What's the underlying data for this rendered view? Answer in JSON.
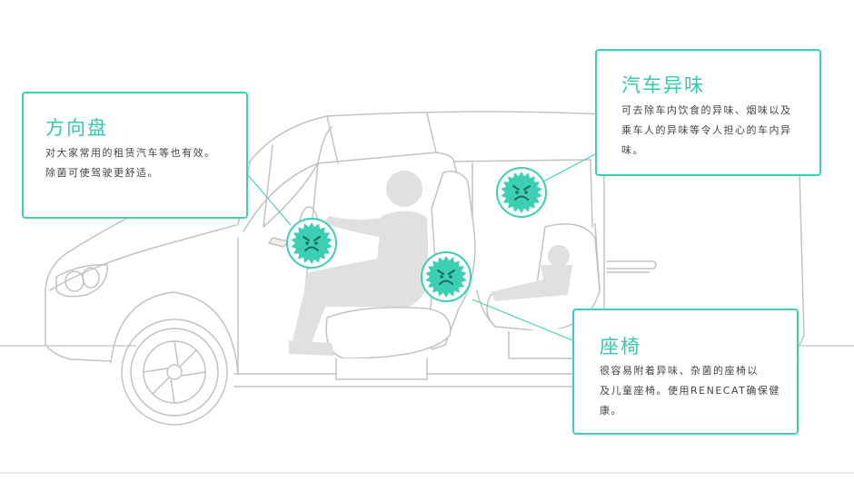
{
  "colors": {
    "accent": "#3ccfb4",
    "line": "#bdbdbd",
    "person": "#e0e0e0",
    "germ": "#3ccfb4"
  },
  "callouts": {
    "steering": {
      "title": "方向盘",
      "lines": [
        "对大家常用的租赁汽车等也有效。",
        "除菌可使驾驶更舒适。"
      ]
    },
    "odor": {
      "title": "汽车异味",
      "lines": [
        "可去除车内饮食的异味、烟味以及",
        "乘车人的异味等令人担心的车内异",
        "味。"
      ]
    },
    "seat": {
      "title": "座椅",
      "lines": [
        "很容易附着异味、杂菌的座椅以",
        "及儿童座椅。使用RENECAT确保健",
        "康。"
      ]
    }
  },
  "germs": [
    "germ-steering",
    "germ-cabin",
    "germ-seat"
  ],
  "icons": [
    "frowning-germ-icon"
  ]
}
